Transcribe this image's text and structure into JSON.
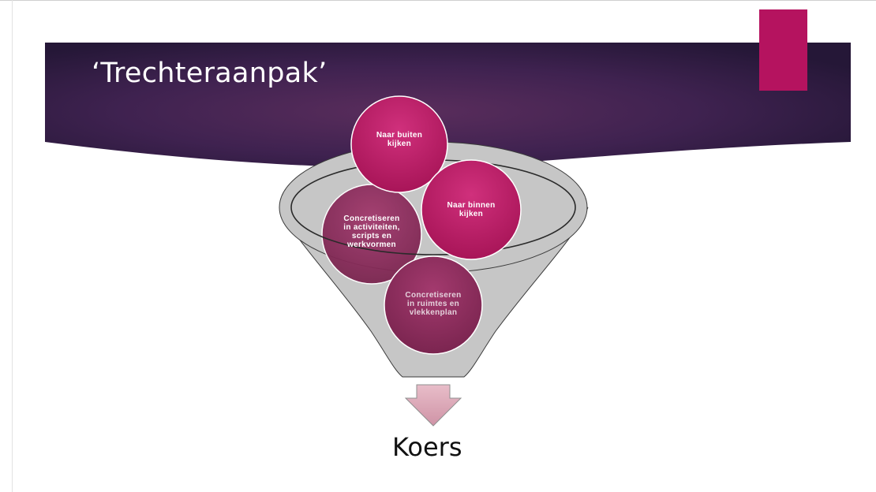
{
  "slide": {
    "title": "‘Trechteraanpak’",
    "result_label": "Koers"
  },
  "funnel": {
    "steps": [
      {
        "label": "Naar buiten\nkijken",
        "layer": "front"
      },
      {
        "label": "Naar binnen\nkijken",
        "layer": "front"
      },
      {
        "label": "Concretiseren\nin activiteiten,\nscripts en\nwerkvormen",
        "layer": "behind-rim"
      },
      {
        "label": "Concretiseren\nin ruimtes en\nvlekkenplan",
        "layer": "inside"
      }
    ],
    "output_arrow": "down-arrow"
  },
  "colors": {
    "banner_dark": "#251737",
    "banner_mid": "#5a2d5c",
    "accent": "#b5135f",
    "circle_front": "#be1f6a",
    "circle_inside": "#8e2d5e",
    "funnel_fill": "#c4c4c4",
    "arrow_fill": "#dca7b7"
  }
}
